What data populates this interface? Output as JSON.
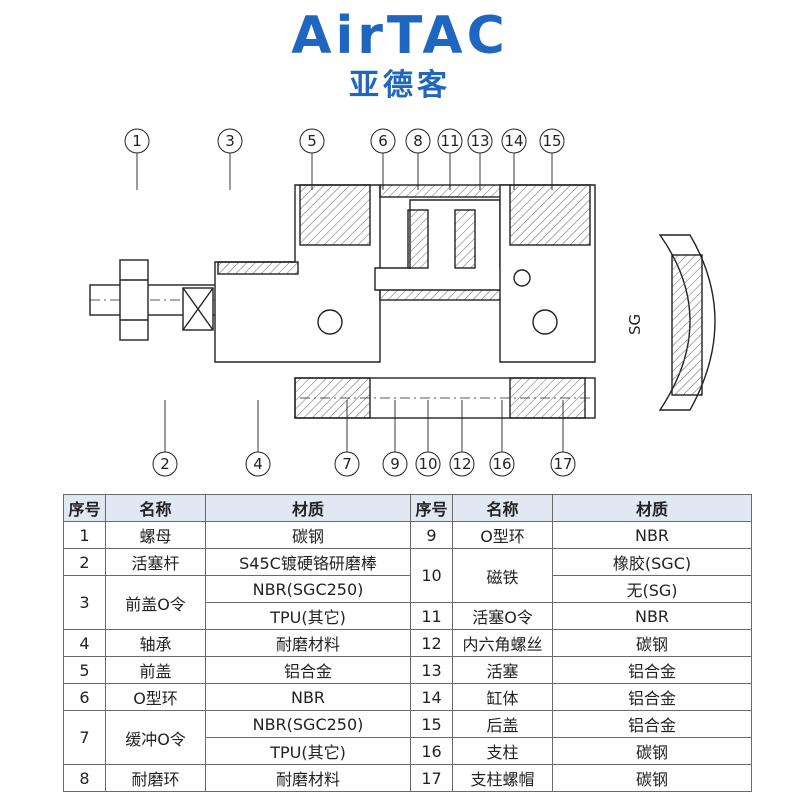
{
  "brand": {
    "logo_text": "AirTAC",
    "logo_sub": "亚德客",
    "color": "#1f66c1"
  },
  "diagram": {
    "callouts_top": [
      "1",
      "3",
      "5",
      "6",
      "8",
      "11",
      "13",
      "14",
      "15"
    ],
    "callouts_bottom": [
      "2",
      "4",
      "7",
      "9",
      "10",
      "12",
      "16",
      "17"
    ],
    "sg_label": "SG"
  },
  "table": {
    "headers": [
      "序号",
      "名称",
      "材质",
      "序号",
      "名称",
      "材质"
    ],
    "left": [
      {
        "no": "1",
        "name": "螺母",
        "mat": [
          "碳钢"
        ]
      },
      {
        "no": "2",
        "name": "活塞杆",
        "mat": [
          "S45C镀硬铬研磨棒"
        ]
      },
      {
        "no": "3",
        "name": "前盖O令",
        "mat": [
          "NBR(SGC250)",
          "TPU(其它)"
        ]
      },
      {
        "no": "4",
        "name": "轴承",
        "mat": [
          "耐磨材料"
        ]
      },
      {
        "no": "5",
        "name": "前盖",
        "mat": [
          "铝合金"
        ]
      },
      {
        "no": "6",
        "name": "O型环",
        "mat": [
          "NBR"
        ]
      },
      {
        "no": "7",
        "name": "缓冲O令",
        "mat": [
          "NBR(SGC250)",
          "TPU(其它)"
        ]
      },
      {
        "no": "8",
        "name": "耐磨环",
        "mat": [
          "耐磨材料"
        ]
      }
    ],
    "right": [
      {
        "no": "9",
        "name": "O型环",
        "mat": [
          "NBR"
        ]
      },
      {
        "no": "10",
        "name": "磁铁",
        "mat": [
          "橡胶(SGC)",
          "无(SG)"
        ]
      },
      {
        "no": "11",
        "name": "活塞O令",
        "mat": [
          "NBR"
        ]
      },
      {
        "no": "12",
        "name": "内六角螺丝",
        "mat": [
          "碳钢"
        ]
      },
      {
        "no": "13",
        "name": "活塞",
        "mat": [
          "铝合金"
        ]
      },
      {
        "no": "14",
        "name": "缸体",
        "mat": [
          "铝合金"
        ]
      },
      {
        "no": "15",
        "name": "后盖",
        "mat": [
          "铝合金"
        ]
      },
      {
        "no": "16",
        "name": "支柱",
        "mat": [
          "碳钢"
        ]
      },
      {
        "no": "17",
        "name": "支柱螺帽",
        "mat": [
          "碳钢"
        ]
      }
    ]
  }
}
